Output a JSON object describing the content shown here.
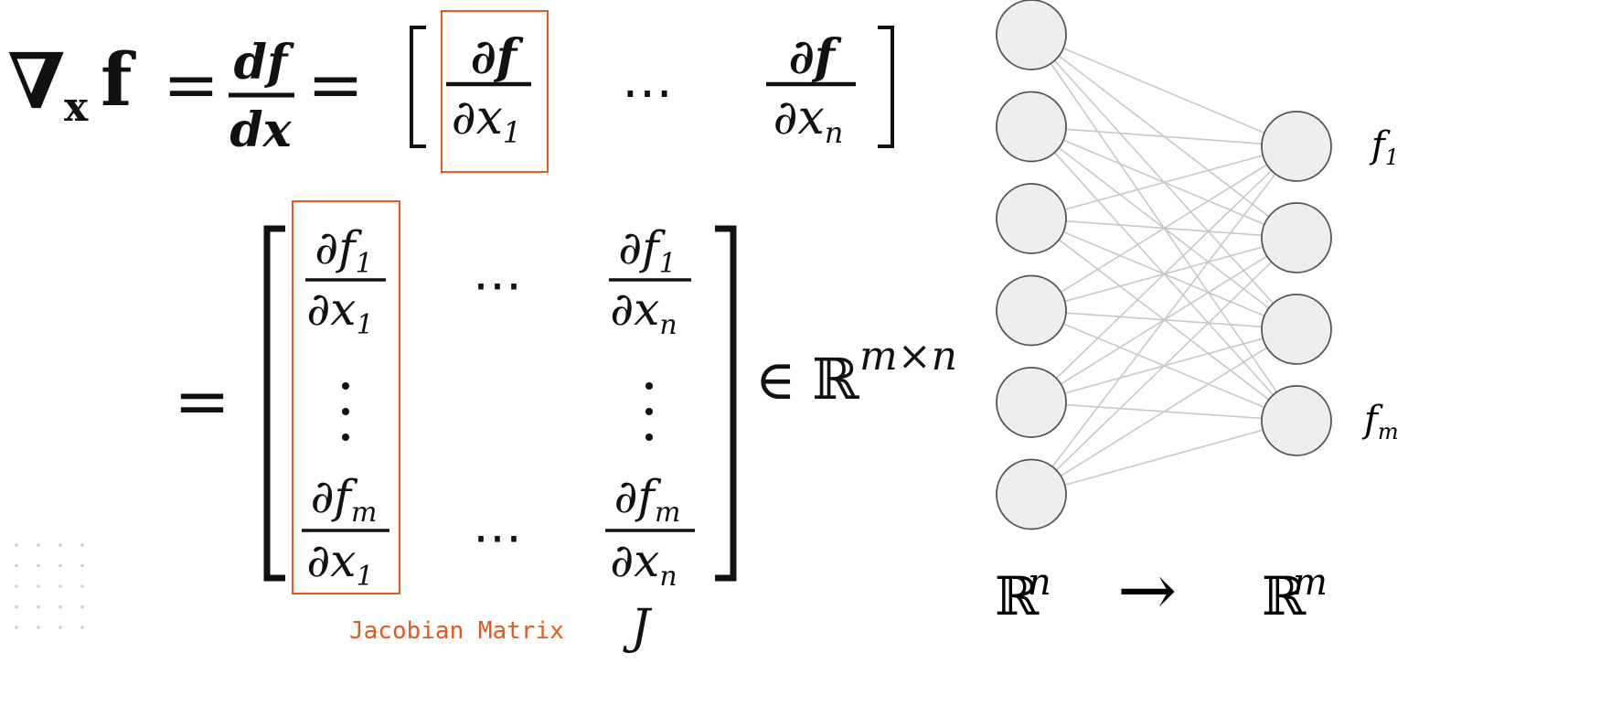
{
  "formula": {
    "lhs_nabla": "∇",
    "lhs_sub": "x",
    "lhs_f": "f",
    "eq": "=",
    "d_num": "df",
    "d_den": "dx",
    "row_partial_num": "∂f",
    "row_first_den": "∂x",
    "row_first_den_sub": "1",
    "row_dots": "⋯",
    "row_last_den": "∂x",
    "row_last_den_sub": "n",
    "m_f1": "∂f",
    "m_f1_sub": "1",
    "m_fm": "∂f",
    "m_fm_sub": "m",
    "m_x1": "∂x",
    "m_x1_sub": "1",
    "m_xn": "∂x",
    "m_xn_sub": "n",
    "vdots": "⋮",
    "in": "∈",
    "R": "ℝ",
    "dims": "m×n",
    "J": "J"
  },
  "annotation": {
    "jacobian_label": "Jacobian Matrix",
    "color": "#e8571d"
  },
  "network": {
    "input_count": 6,
    "output_count": 4,
    "output_labels": [
      {
        "base": "f",
        "sub": "1"
      },
      {
        "base": "f",
        "sub": "m"
      }
    ],
    "domain": {
      "set": "ℝ",
      "exp": "n"
    },
    "arrow": "→",
    "codomain": {
      "set": "ℝ",
      "exp": "m"
    },
    "node_fill": "#eeeeee",
    "node_stroke": "#555555",
    "edge_color": "#c8c8c8"
  },
  "colors": {
    "dots": "#b8d4ec"
  }
}
